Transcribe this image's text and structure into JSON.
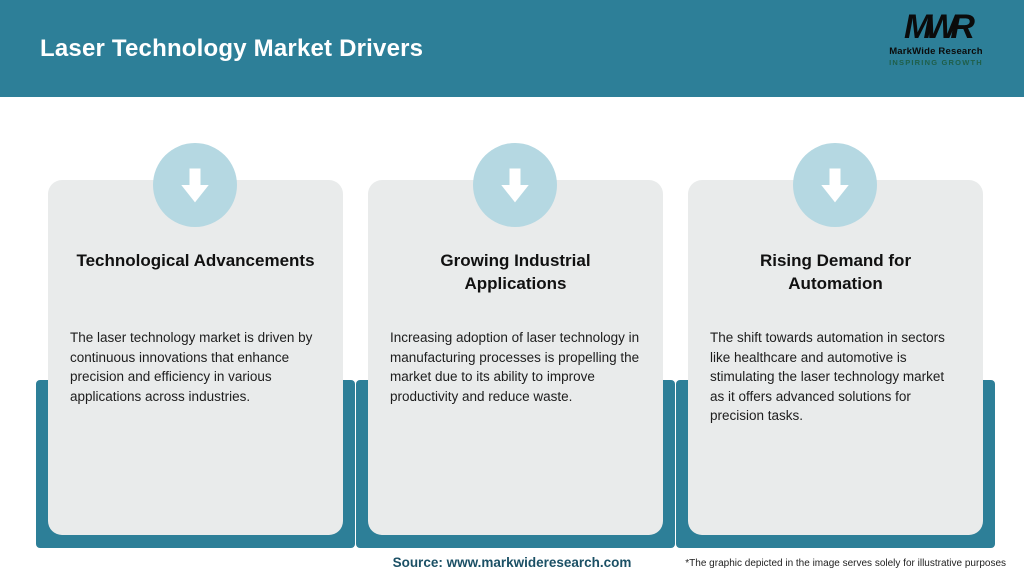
{
  "header": {
    "title": "Laser Technology Market Drivers",
    "logo": {
      "monogram": "MWR",
      "name": "MarkWide Research",
      "tagline": "INSPIRING GROWTH"
    }
  },
  "cards": [
    {
      "icon": "down-arrow-icon",
      "title": "Technological Advancements",
      "body": "The laser technology market is driven by continuous innovations that enhance precision and efficiency in various applications across industries."
    },
    {
      "icon": "down-arrow-icon",
      "title": "Growing Industrial Applications",
      "body": "Increasing adoption of laser technology in manufacturing processes is propelling the market due to its ability to improve productivity and reduce waste."
    },
    {
      "icon": "down-arrow-icon",
      "title": "Rising Demand for Automation",
      "body": "The shift towards automation in sectors like healthcare and automotive is stimulating the laser technology market as it offers advanced solutions for precision tasks."
    }
  ],
  "footer": {
    "source": "Source: www.markwideresearch.com",
    "disclaimer": "*The graphic depicted in the image serves solely for illustrative purposes"
  },
  "colors": {
    "header_teal": "#2d7f98",
    "card_gray": "#e9ebeb",
    "circle_blue": "#b5d8e2",
    "arrow_white": "#ffffff",
    "source_text": "#1b5065"
  }
}
